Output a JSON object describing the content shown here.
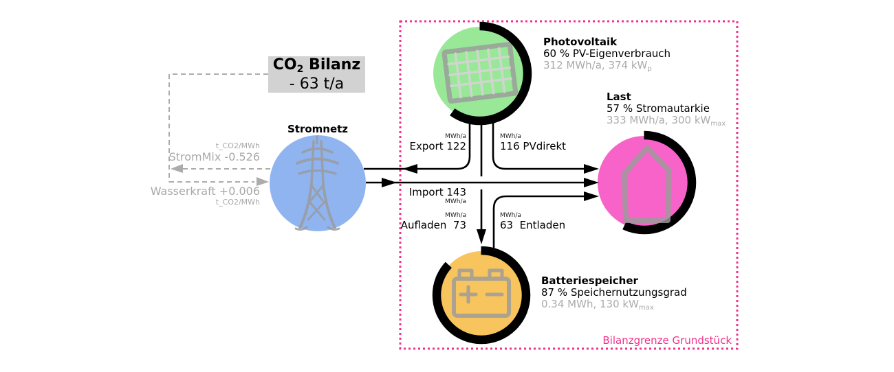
{
  "co2_box": {
    "label_main": "CO",
    "label_sub": "2",
    "label_rest": " Bilanz",
    "value": "- 63 t/a",
    "bg_color": "#D2D2D2"
  },
  "grid_emissions": {
    "strommix": {
      "label": "StromMix -0.526",
      "unit": "t_CO2/MWh"
    },
    "wasserkraft": {
      "label": "Wasserkraft +0.006",
      "unit": "t_CO2/MWh"
    }
  },
  "nodes": {
    "grid": {
      "label": "Stromnetz",
      "color": "#8FB4F0"
    },
    "pv": {
      "title": "Photovoltaik",
      "detail": "60 % PV-Eigenverbrauch",
      "stats": "312 MWh/a, 374 kW",
      "stats_sub": "p",
      "color": "#99E897",
      "share_pct": 60
    },
    "load": {
      "title": "Last",
      "detail": "57 % Stromautarkie",
      "stats": "333 MWh/a, 300 kW",
      "stats_sub": "max",
      "color": "#F763C8",
      "share_pct": 57
    },
    "battery": {
      "title": "Batteriespeicher",
      "detail": "87 % Speichernutzungsgrad",
      "stats": "0.34 MWh, 130 kW",
      "stats_sub": "max",
      "color": "#F7C45E",
      "share_pct": 87
    }
  },
  "flows": {
    "export": {
      "label": "Export 122",
      "unit": "MWh/a"
    },
    "pvdirect": {
      "label": "116 PVdirekt",
      "unit": "MWh/a"
    },
    "import": {
      "label": "Import 143",
      "unit": "MWh/a"
    },
    "charge": {
      "label": "Aufladen  73",
      "unit": "MWh/a"
    },
    "discharge": {
      "label": "63  Entladen",
      "unit": "MWh/a"
    }
  },
  "boundary": {
    "label": "Bilanzgrenze Grundstück",
    "color": "#F2318C"
  }
}
